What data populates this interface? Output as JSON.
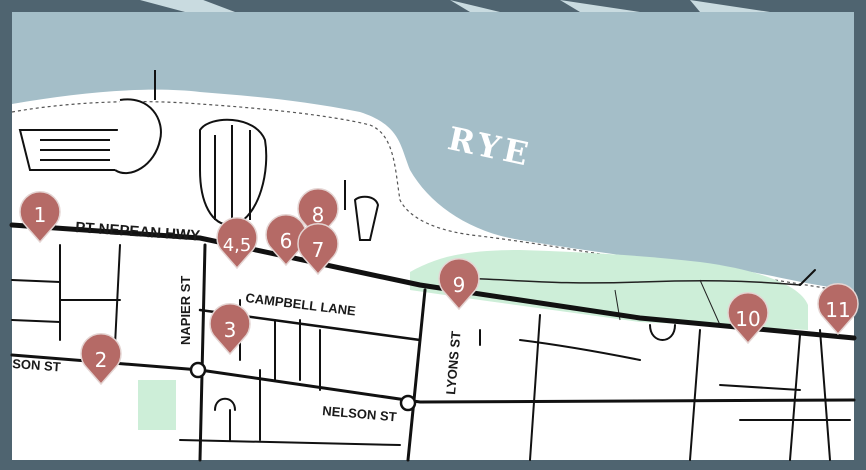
{
  "map": {
    "water_label": "RYE",
    "streets": {
      "pt_nepean_hwy": "PT NEPEAN HWY",
      "napier_st": "NAPIER ST",
      "campbell_lane": "CAMPBELL LANE",
      "lyons_st": "LYONS ST",
      "nelson_st": "NELSON ST",
      "nelson_st_partial": "SON ST"
    },
    "markers": [
      {
        "label": "1"
      },
      {
        "label": "2"
      },
      {
        "label": "3"
      },
      {
        "label": "4,5"
      },
      {
        "label": "6"
      },
      {
        "label": "7"
      },
      {
        "label": "8"
      },
      {
        "label": "9"
      },
      {
        "label": "10"
      },
      {
        "label": "11"
      }
    ],
    "colors": {
      "frame": "#4f6470",
      "water": "#a4bec8",
      "land": "#ffffff",
      "park": "#cdeed8",
      "marker": "#b56a66",
      "road": "#111111"
    }
  }
}
